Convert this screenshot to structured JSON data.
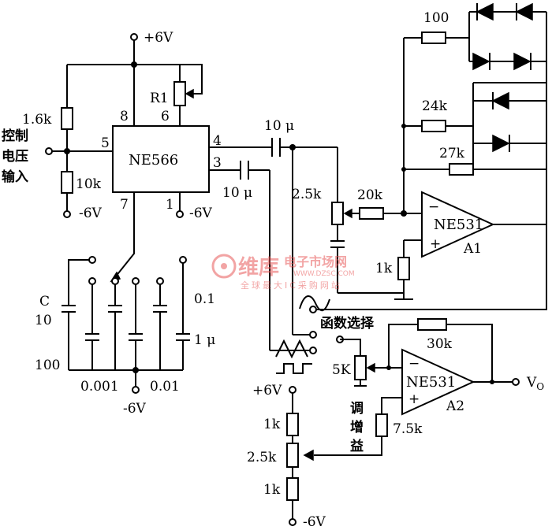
{
  "supply": {
    "pos_top": "+6V",
    "neg_a": "-6V",
    "neg_b": "-6V",
    "neg_c": "-6V",
    "pos_b": "+6V",
    "neg_d": "-6V"
  },
  "vco": {
    "chip": "NE566",
    "pins": {
      "p8": "8",
      "p6": "6",
      "p5": "5",
      "p4": "4",
      "p3": "3",
      "p7": "7",
      "p1": "1"
    },
    "r1": "R1",
    "r_top": "1.6k",
    "r_bottom": "10k",
    "control_input": [
      "控制",
      "电压",
      "输入"
    ]
  },
  "timing_caps": {
    "c_label": "C",
    "c_10": "10",
    "c_100": "100",
    "v_0_1": "0.1",
    "v_1u": "1 μ",
    "v_0_001": "0.001",
    "v_0_01": "0.01"
  },
  "coupling": {
    "c_top": "10 μ",
    "c_bottom": "10 μ"
  },
  "shaper": {
    "chip": "NE531",
    "unit": "A1",
    "minus": "−",
    "plus": "+",
    "r_100": "100",
    "r_24k": "24k",
    "r_27k": "27k",
    "r_20k": "20k",
    "pot_2_5k": "2.5k",
    "r_1k": "1k"
  },
  "output_amp": {
    "chip": "NE531",
    "unit": "A2",
    "minus": "−",
    "plus": "+",
    "function_select": "函数选择",
    "r_30k": "30k",
    "pot_5k": "5K",
    "gain": [
      "调",
      "增",
      "益"
    ],
    "r_7_5k": "7.5k",
    "output": "V",
    "output_sub": "O"
  },
  "offset": {
    "r_1k_top": "1k",
    "pot": "2.5k",
    "r_1k_bottom": "1k"
  },
  "watermark": {
    "logo": "维库",
    "title": "电子市场网",
    "url": "WWW.DZSC.COM",
    "tagline": "全球最大IC采购网站"
  }
}
